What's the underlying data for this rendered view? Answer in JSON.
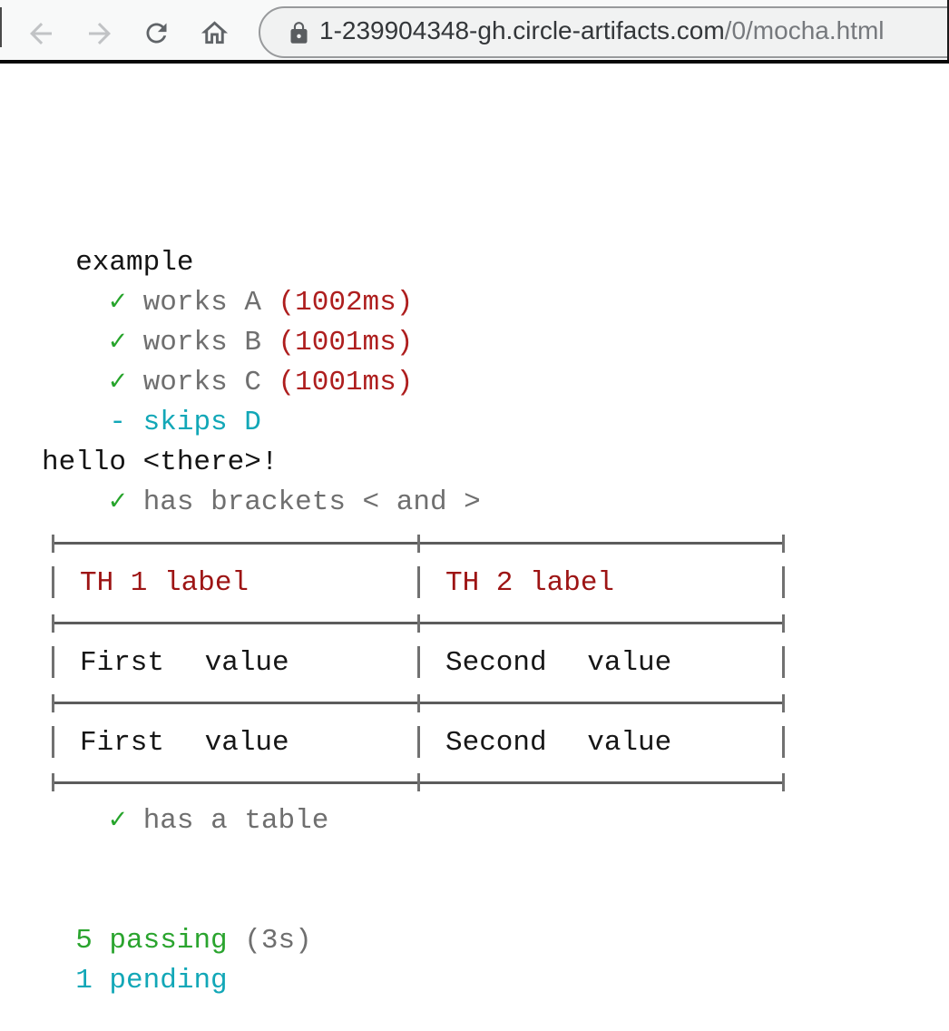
{
  "browser": {
    "toolbar": {
      "back_icon": "back-arrow",
      "forward_icon": "forward-arrow",
      "reload_icon": "reload",
      "home_icon": "home",
      "lock_icon": "padlock"
    },
    "address_bar": {
      "url_domain": "1-239904348-gh.circle-artifacts.com",
      "url_path": "/0/mocha.html"
    }
  },
  "report": {
    "suites": [
      {
        "title": "  example",
        "tests": [
          {
            "prefix": "    ",
            "mark": "✓",
            "name": " works A ",
            "duration": "(1002ms)",
            "status": "pass"
          },
          {
            "prefix": "    ",
            "mark": "✓",
            "name": " works B ",
            "duration": "(1001ms)",
            "status": "pass"
          },
          {
            "prefix": "    ",
            "mark": "✓",
            "name": " works C ",
            "duration": "(1001ms)",
            "status": "pass"
          },
          {
            "prefix": "    ",
            "mark": "-",
            "name": " skips D",
            "duration": "",
            "status": "pending"
          }
        ]
      },
      {
        "title": "hello <there>!",
        "tests": [
          {
            "prefix": "    ",
            "mark": "✓",
            "name": " has brackets < and >",
            "duration": "",
            "status": "pass"
          },
          {
            "prefix": "    ",
            "mark": "✓",
            "name": " has a table",
            "duration": "",
            "status": "pass"
          }
        ]
      }
    ],
    "table": {
      "headers": [
        "TH 1 label",
        "TH 2 label"
      ],
      "rows": [
        [
          "First value",
          "Second value"
        ],
        [
          "First value",
          "Second value"
        ]
      ]
    },
    "summary": {
      "passing_prefix": "  ",
      "passing_label": "5 passing",
      "passing_duration": " (3s)",
      "pending_prefix": "  ",
      "pending_label": "1 pending"
    }
  },
  "colors": {
    "pass_green": "#26a42b",
    "pending_cyan": "#12a7b7",
    "duration_red": "#ae1e1e",
    "table_header_red": "#9d1414",
    "test_name_gray": "#6f6f6f",
    "text_black": "#141414",
    "table_border_gray": "#5c5c5c",
    "toolbar_bg": "#f8f9f9",
    "address_pill_bg": "#f1f2f2"
  }
}
